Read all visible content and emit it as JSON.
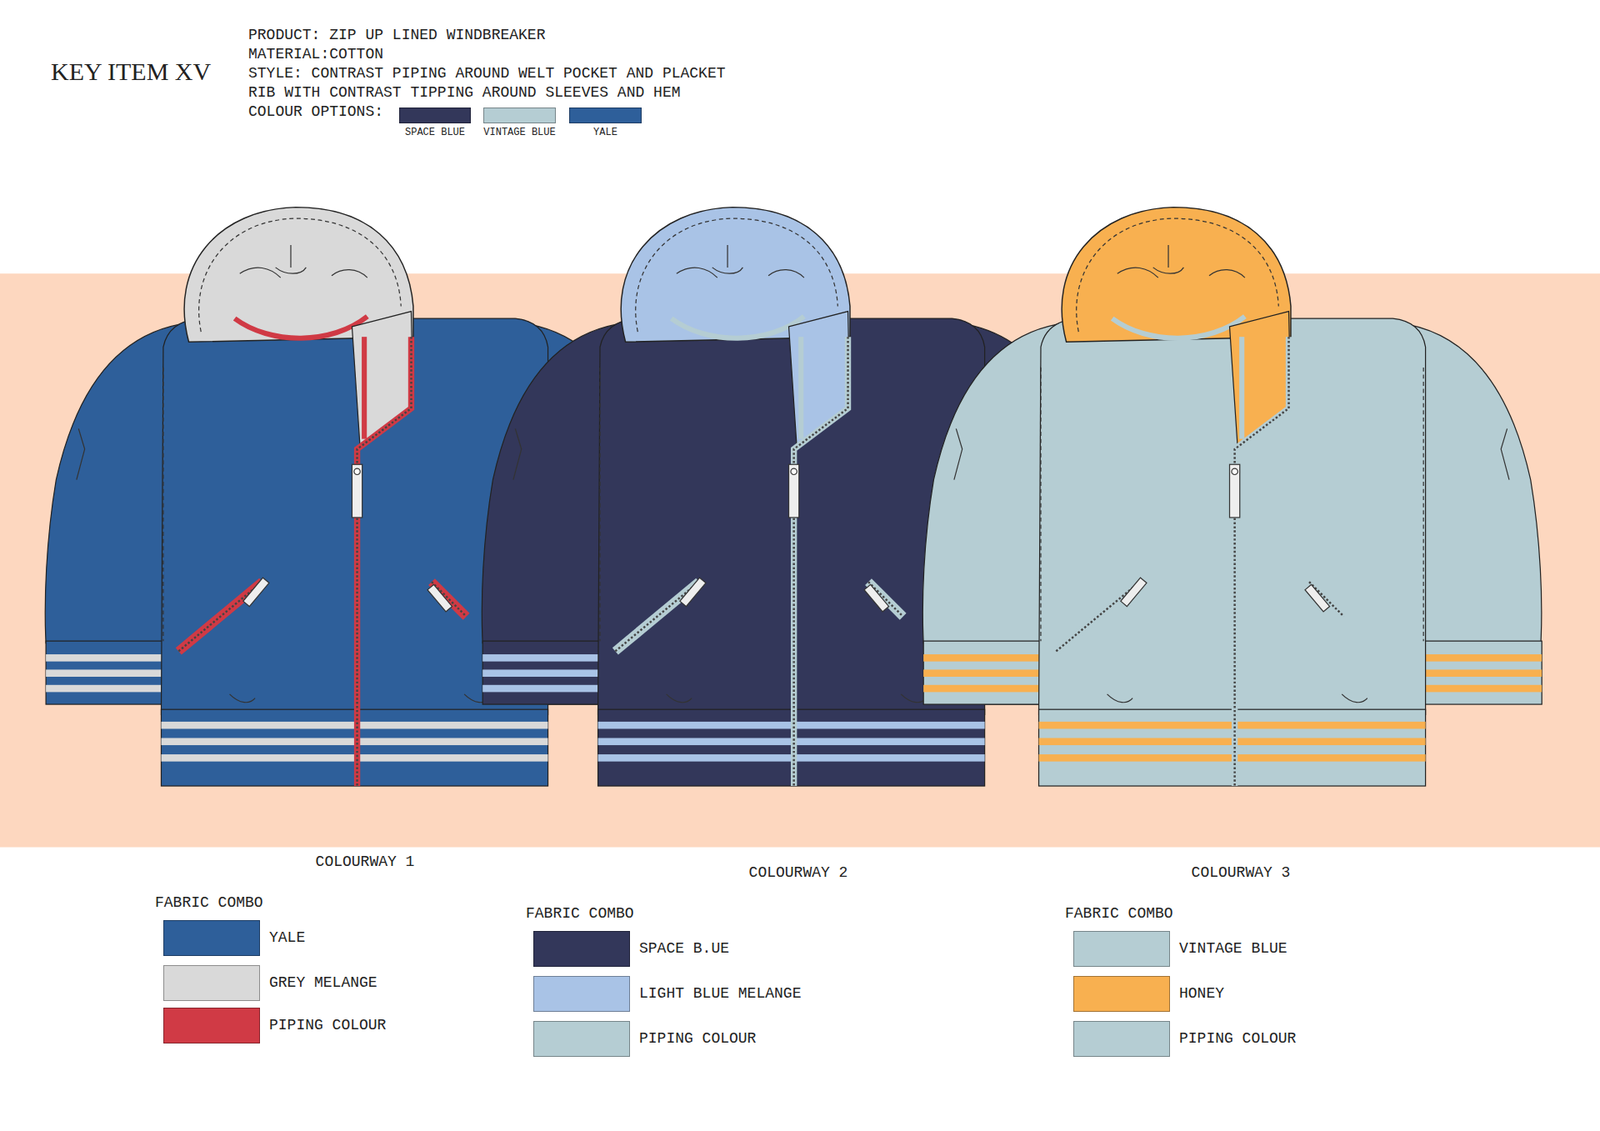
{
  "diagram": {
    "title": "KEY ITEM XV",
    "labels": [
      "PRODUCT: ZIP UP LINED WINDBREAKER",
      "MATERIAL:COTTON",
      "STYLE: CONTRAST PIPING AROUND WELT POCKET AND PLACKET",
      "RIB WITH CONTRAST TIPPING AROUND SLEEVES AND HEM",
      "COLOUR OPTIONS:",
      "COLOURWAY 1",
      "FABRIC COMBO",
      "COLOURWAY 2",
      "FABRIC COMBO",
      "COLOURWAY 3",
      "FABRIC COMBO"
    ],
    "legend": [
      {
        "text": "SPACE BLUE",
        "color": "#33375a"
      },
      {
        "text": "VINTAGE BLUE",
        "color": "#b5cdd3"
      },
      {
        "text": "YALE",
        "color": "#2e5f9a"
      },
      {
        "text": "YALE",
        "color": "#2e5f9a"
      },
      {
        "text": "GREY MELANGE",
        "color": "#d9d9d9"
      },
      {
        "text": "PIPING COLOUR",
        "color": "#d03a45"
      },
      {
        "text": "SPACE B.UE",
        "color": "#33375a"
      },
      {
        "text": "LIGHT BLUE MELANGE",
        "color": "#a9c3e6"
      },
      {
        "text": "PIPING COLOUR",
        "color": "#b5cdd3"
      },
      {
        "text": "VINTAGE BLUE",
        "color": "#b5cdd3"
      },
      {
        "text": "HONEY",
        "color": "#f8b050"
      },
      {
        "text": "PIPING COLOUR",
        "color": "#b5cdd3"
      }
    ]
  }
}
